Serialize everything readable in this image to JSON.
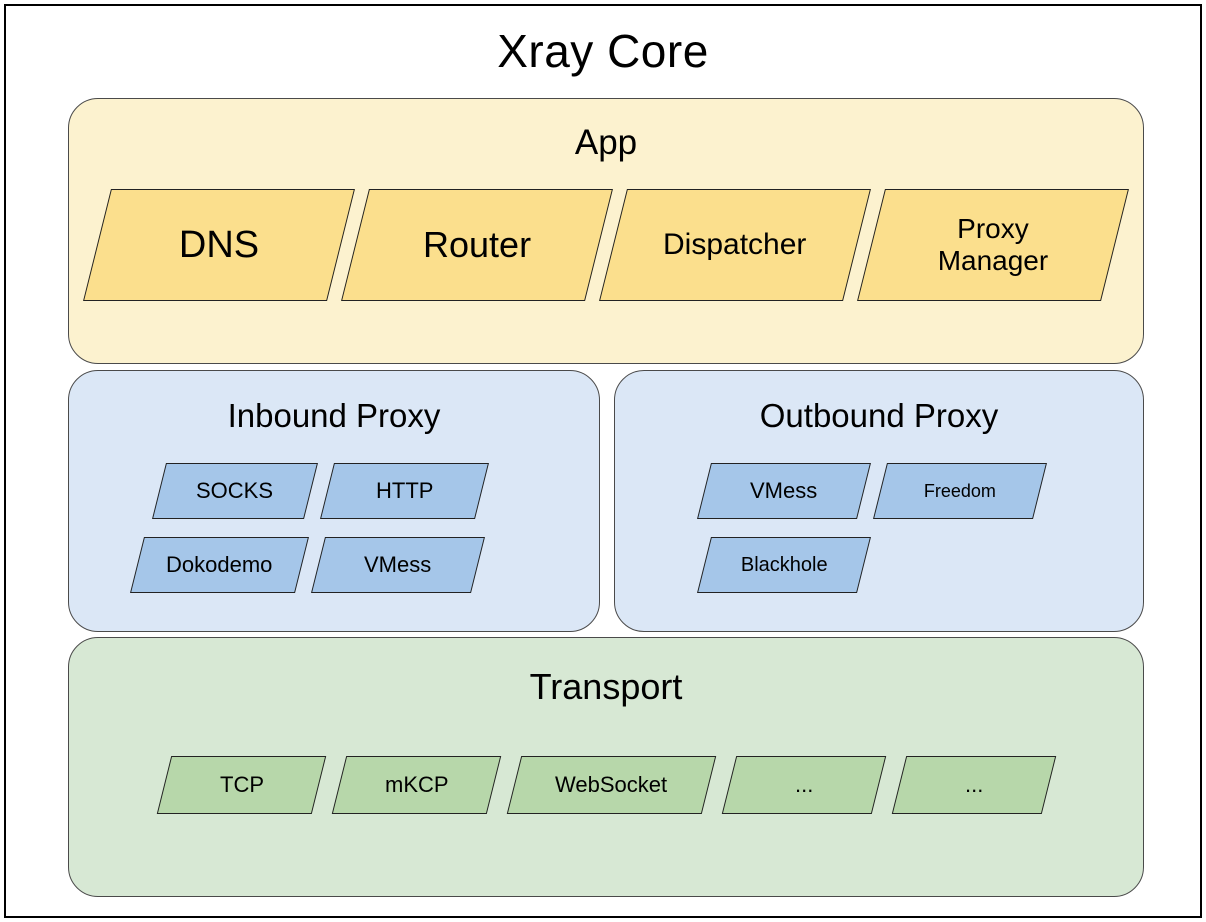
{
  "title": "Xray Core",
  "layers": {
    "app": {
      "label": "App",
      "items": [
        "DNS",
        "Router",
        "Dispatcher",
        "Proxy Manager"
      ]
    },
    "inbound": {
      "label": "Inbound Proxy",
      "items": [
        "SOCKS",
        "HTTP",
        "Dokodemo",
        "VMess"
      ]
    },
    "outbound": {
      "label": "Outbound Proxy",
      "items": [
        "VMess",
        "Freedom",
        "Blackhole"
      ]
    },
    "transport": {
      "label": "Transport",
      "items": [
        "TCP",
        "mKCP",
        "WebSocket",
        "...",
        "..."
      ]
    }
  },
  "colors": {
    "app_container": "#FCF2CF",
    "app_node": "#FBDF8D",
    "proxy_container": "#DBE7F6",
    "proxy_node": "#A5C6E9",
    "transport_container": "#D7E8D4",
    "transport_node": "#B7D7AA",
    "outline": "#000000"
  }
}
